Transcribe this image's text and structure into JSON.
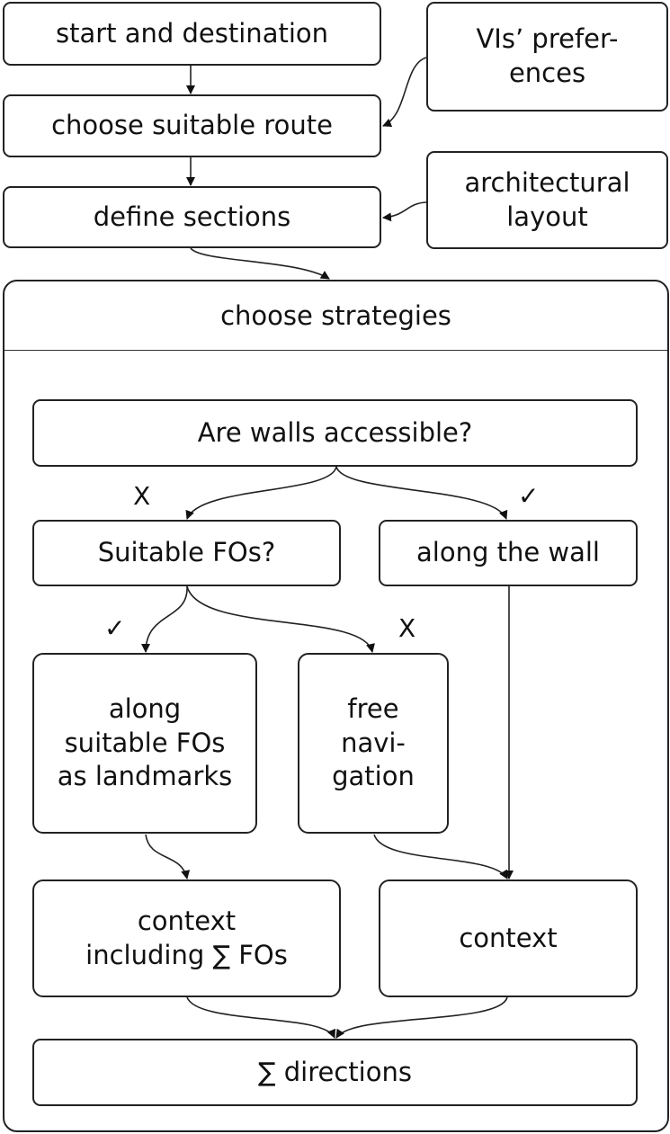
{
  "nodes": {
    "start": "start and destination",
    "prefs": "VIs’ prefer-\nences",
    "route": "choose suitable route",
    "sections": "define sections",
    "layout": "architectural\nlayout",
    "strategies": "choose strategies",
    "walls": "Are walls accessible?",
    "suitable_fos": "Suitable FOs?",
    "along_wall": "along the wall",
    "along_fos": "along\nsuitable FOs\nas landmarks",
    "free_nav": "free\nnavi-\ngation",
    "context_fos": "context\nincluding ∑ FOs",
    "context": "context",
    "directions": "∑ directions"
  },
  "marks": {
    "no_walls": "X",
    "yes_walls": "✓",
    "yes_fos": "✓",
    "no_fos": "X"
  }
}
